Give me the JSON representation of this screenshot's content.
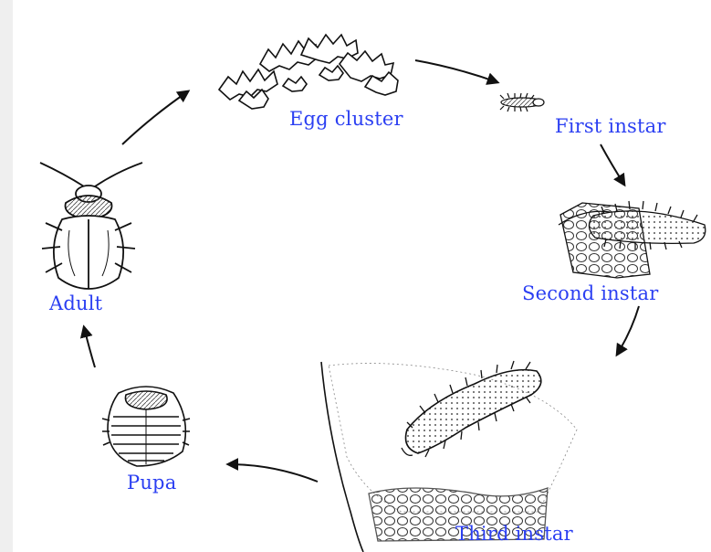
{
  "labels": {
    "egg_cluster": "Egg cluster",
    "first_instar": "First instar",
    "second_instar": "Second instar",
    "third_instar": "Third instar",
    "pupa": "Pupa",
    "adult": "Adult"
  },
  "colors": {
    "label": "#2b3ff2",
    "ink": "#111111",
    "background": "#ffffff",
    "margin": "#efefef"
  }
}
